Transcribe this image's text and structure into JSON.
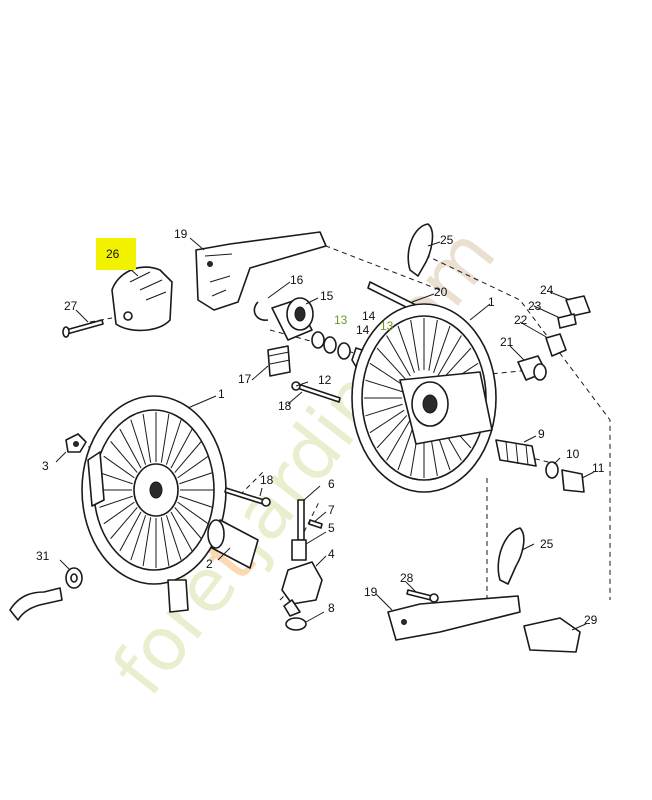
{
  "highlight_color": "#f2f200",
  "highlighted_label": "26",
  "watermark": {
    "parts": [
      "forê",
      "t",
      "jardin",
      ".com"
    ],
    "colors": [
      "#e8efcf",
      "#fbd9b3",
      "#e8efcf",
      "#eadfd0"
    ]
  },
  "callouts": [
    {
      "id": "c26",
      "text": "26"
    },
    {
      "id": "c19a",
      "text": "19"
    },
    {
      "id": "c25a",
      "text": "25"
    },
    {
      "id": "c16",
      "text": "16"
    },
    {
      "id": "c20",
      "text": "20"
    },
    {
      "id": "c1a",
      "text": "1"
    },
    {
      "id": "c24",
      "text": "24"
    },
    {
      "id": "c27",
      "text": "27"
    },
    {
      "id": "c15",
      "text": "15"
    },
    {
      "id": "c13a",
      "text": "13"
    },
    {
      "id": "c14a",
      "text": "14"
    },
    {
      "id": "c14b",
      "text": "14"
    },
    {
      "id": "c13b",
      "text": "13"
    },
    {
      "id": "c23",
      "text": "23"
    },
    {
      "id": "c22",
      "text": "22"
    },
    {
      "id": "c21",
      "text": "21"
    },
    {
      "id": "c17",
      "text": "17"
    },
    {
      "id": "c12",
      "text": "12"
    },
    {
      "id": "c18a",
      "text": "18"
    },
    {
      "id": "c1b",
      "text": "1"
    },
    {
      "id": "c9",
      "text": "9"
    },
    {
      "id": "c3",
      "text": "3"
    },
    {
      "id": "c10",
      "text": "10"
    },
    {
      "id": "c11",
      "text": "11"
    },
    {
      "id": "c18b",
      "text": "18"
    },
    {
      "id": "c6",
      "text": "6"
    },
    {
      "id": "c7",
      "text": "7"
    },
    {
      "id": "c5",
      "text": "5"
    },
    {
      "id": "c25b",
      "text": "25"
    },
    {
      "id": "c4",
      "text": "4"
    },
    {
      "id": "c2",
      "text": "2"
    },
    {
      "id": "c31",
      "text": "31"
    },
    {
      "id": "c28",
      "text": "28"
    },
    {
      "id": "c19b",
      "text": "19"
    },
    {
      "id": "c8",
      "text": "8"
    },
    {
      "id": "c29",
      "text": "29"
    }
  ]
}
